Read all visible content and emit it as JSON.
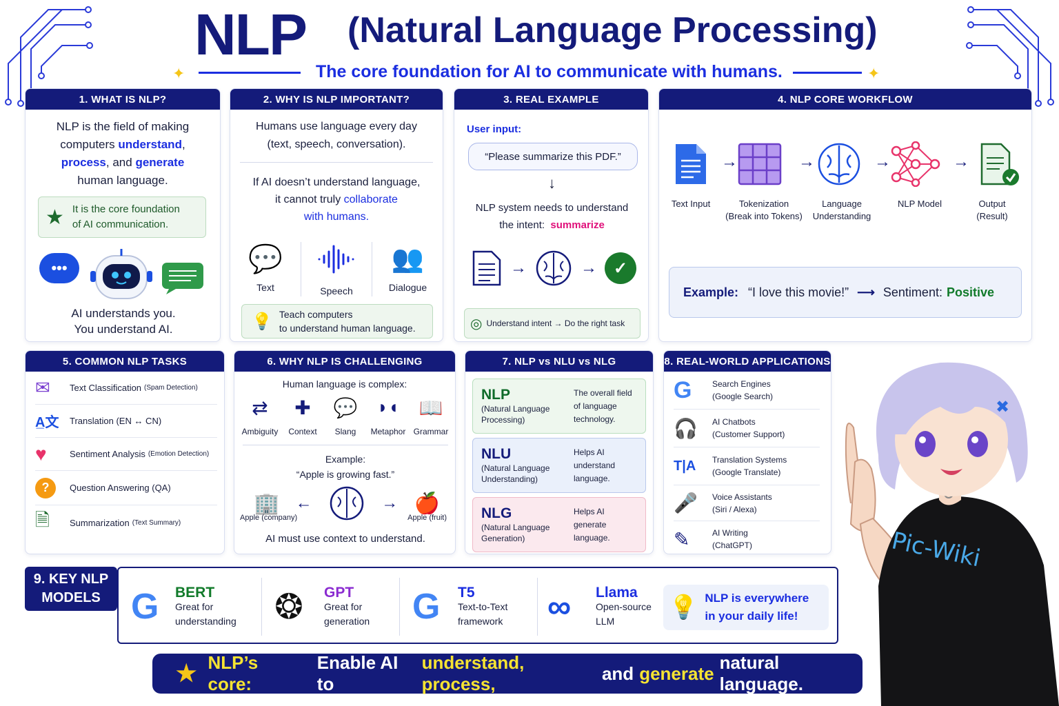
{
  "header": {
    "title_main": "NLP",
    "title_paren": "(Natural Language Processing)",
    "subtitle": "The core foundation for AI to communicate with humans."
  },
  "p1": {
    "title": "1. WHAT IS NLP?",
    "l1": "NLP is the field of making",
    "l2a": "computers ",
    "l2b": "understand",
    ",": ",",
    "l3a": "process",
    "l3b": ", and ",
    "l3c": "generate",
    "l4": "human language.",
    "box1": "It is the core foundation",
    "box2": "of AI communication.",
    "f1": "AI understands you.",
    "f2": "You understand AI."
  },
  "p2": {
    "title": "2. WHY IS NLP IMPORTANT?",
    "l1": "Humans use language every day",
    "l2": "(text, speech, conversation).",
    "l3": "If AI doesn’t understand language,",
    "l4a": "it cannot truly ",
    "l4b": "collaborate",
    "l5": "with humans.",
    "icons": [
      "Text",
      "Speech",
      "Dialogue"
    ],
    "box1": "Teach computers",
    "box2": "to understand human language."
  },
  "p3": {
    "title": "3. REAL EXAMPLE",
    "label": "User input:",
    "bubble": "“Please summarize this PDF.”",
    "l1": "NLP system needs to understand",
    "l2a": "the intent:",
    "l2b": "summarize",
    "foot": "Understand intent → Do the right task"
  },
  "p4": {
    "title": "4. NLP CORE WORKFLOW",
    "steps": [
      {
        "a": "Text Input",
        "b": ""
      },
      {
        "a": "Tokenization",
        "b": "(Break into Tokens)"
      },
      {
        "a": "Language",
        "b": "Understanding"
      },
      {
        "a": "NLP Model",
        "b": ""
      },
      {
        "a": "Output",
        "b": "(Result)"
      }
    ],
    "ex_label": "Example:",
    "ex_quote": "“I love this movie!”",
    "ex_sent": "Sentiment:",
    "ex_val": "Positive"
  },
  "p5": {
    "title": "5. COMMON NLP TASKS",
    "items": [
      {
        "m": "Text Classification",
        "s": "(Spam Detection)"
      },
      {
        "m": "Translation (EN ↔ CN)",
        "s": ""
      },
      {
        "m": "Sentiment Analysis",
        "s": "(Emotion Detection)"
      },
      {
        "m": "Question Answering (QA)",
        "s": ""
      },
      {
        "m": "Summarization",
        "s": "(Text Summary)"
      }
    ]
  },
  "p6": {
    "title": "6. WHY NLP IS CHALLENGING",
    "intro": "Human language is complex:",
    "icons": [
      "Ambiguity",
      "Context",
      "Slang",
      "Metaphor",
      "Grammar"
    ],
    "ex": "Example:",
    "quote": "“Apple is growing fast.”",
    "left": "Apple (company)",
    "right": "Apple (fruit)",
    "foot": "AI must use context to understand."
  },
  "p7": {
    "title": "7. NLP vs NLU vs NLG",
    "rows": [
      {
        "k": "NLP",
        "s1": "(Natural Language",
        "s2": "Processing)",
        "d": [
          "The overall field",
          "of language",
          "technology."
        ],
        "bg": "#eef7ee",
        "bd": "#b9dfbe",
        "kc": "#0f6b2a"
      },
      {
        "k": "NLU",
        "s1": "(Natural Language",
        "s2": "Understanding)",
        "d": [
          "Helps AI",
          "understand",
          "language."
        ],
        "bg": "#eaf0fb",
        "bd": "#b9c8ec",
        "kc": "#141b7a"
      },
      {
        "k": "NLG",
        "s1": "(Natural Language",
        "s2": "Generation)",
        "d": [
          "Helps AI",
          "generate",
          "language."
        ],
        "bg": "#fbe9ee",
        "bd": "#f0b9c8",
        "kc": "#141b7a"
      }
    ]
  },
  "p8": {
    "title": "8. REAL-WORLD APPLICATIONS",
    "items": [
      {
        "a": "Search Engines",
        "b": "(Google Search)"
      },
      {
        "a": "AI Chatbots",
        "b": "(Customer Support)"
      },
      {
        "a": "Translation Systems",
        "b": "(Google Translate)"
      },
      {
        "a": "Voice Assistants",
        "b": "(Siri / Alexa)"
      },
      {
        "a": "AI Writing",
        "b": "(ChatGPT)"
      }
    ]
  },
  "p9": {
    "title1": "9. KEY NLP",
    "title2": "MODELS",
    "models": [
      {
        "n": "BERT",
        "a": "Great for",
        "b": "understanding",
        "c": "#117a2a"
      },
      {
        "n": "GPT",
        "a": "Great for",
        "b": "generation",
        "c": "#8a2bd0"
      },
      {
        "n": "T5",
        "a": "Text-to-Text",
        "b": "framework",
        "c": "#1b2ee0"
      },
      {
        "n": "Llama",
        "a": "Open-source",
        "b": "LLM",
        "c": "#1b2ee0"
      }
    ],
    "tip1": "NLP is everywhere",
    "tip2": "in your daily life!"
  },
  "banner": {
    "a": "NLP’s core:",
    "b": "Enable AI to ",
    "c": "understand, process,",
    "d": " and ",
    "e": "generate",
    "f": " natural language."
  },
  "mascot": {
    "shirt": "Pic-Wiki"
  }
}
